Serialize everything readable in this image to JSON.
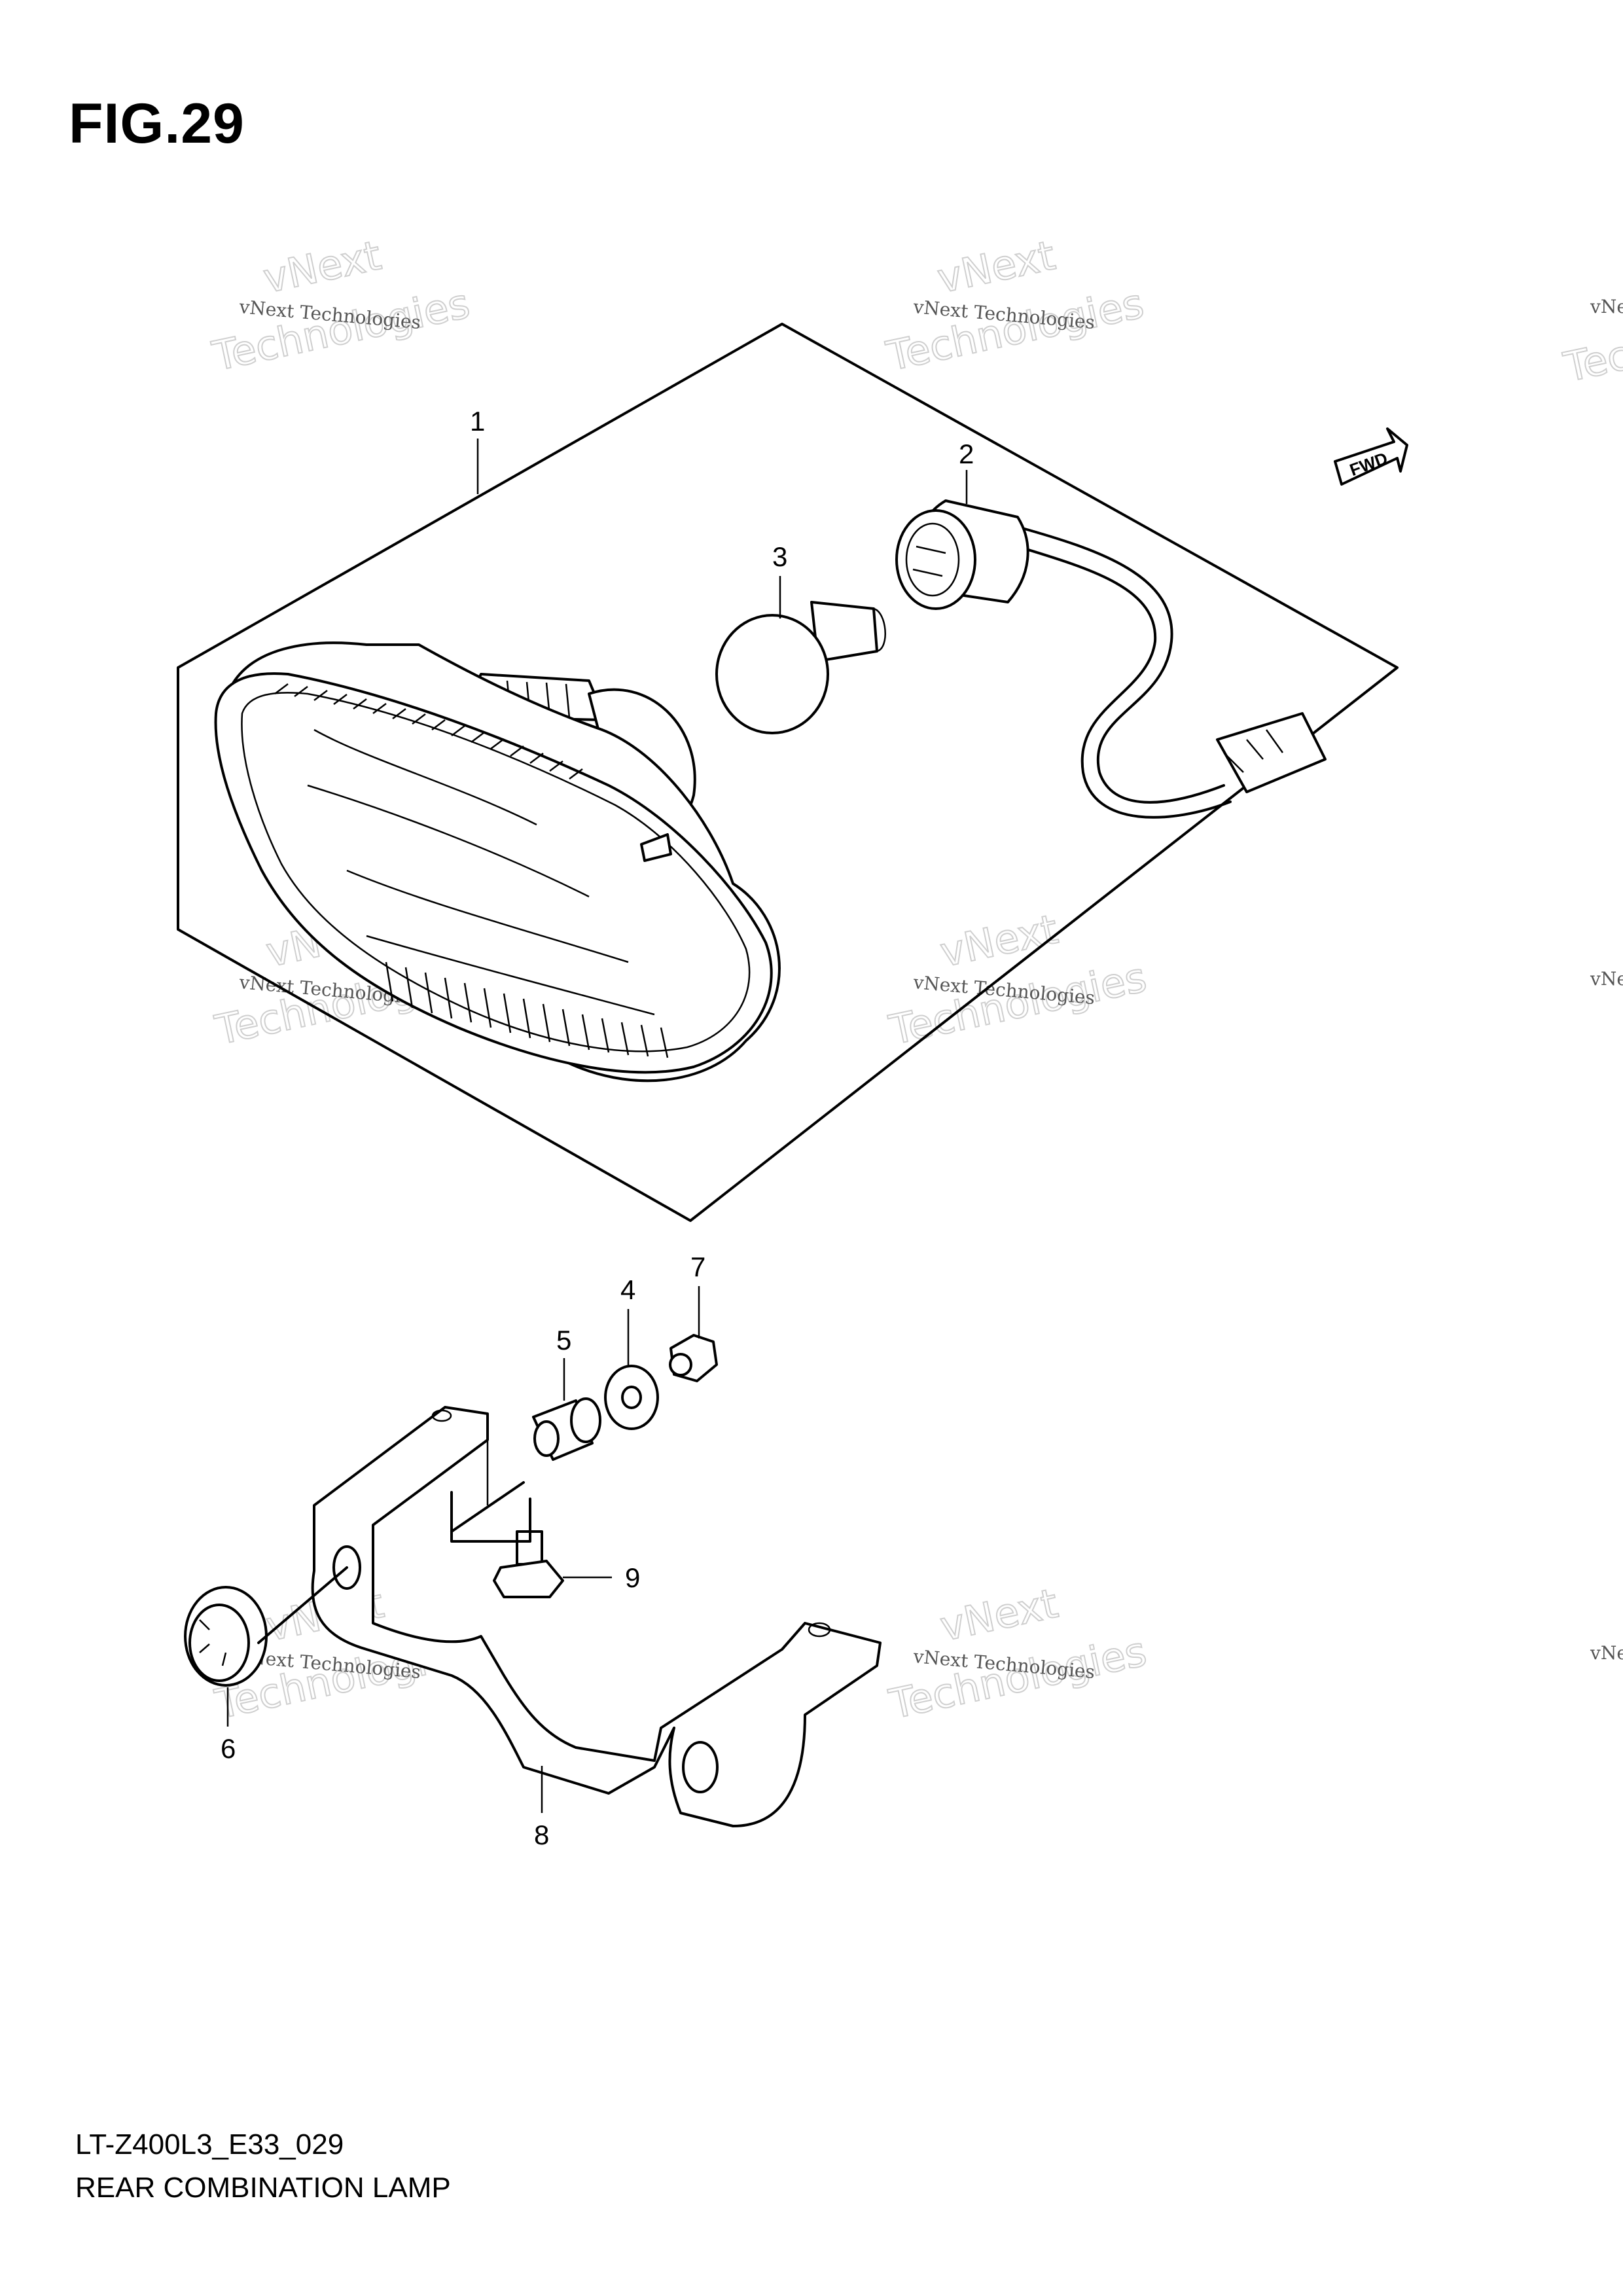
{
  "figure_title": "FIG.29",
  "diagram_code": "LT-Z400L3_E33_029",
  "diagram_name": "REAR COMBINATION LAMP",
  "fwd_label": "FWD",
  "watermark": {
    "line1": "vNext Technologies",
    "line2": "vNext",
    "line3": "Technologies"
  },
  "callouts": [
    "1",
    "2",
    "3",
    "4",
    "5",
    "6",
    "7",
    "8",
    "9"
  ]
}
